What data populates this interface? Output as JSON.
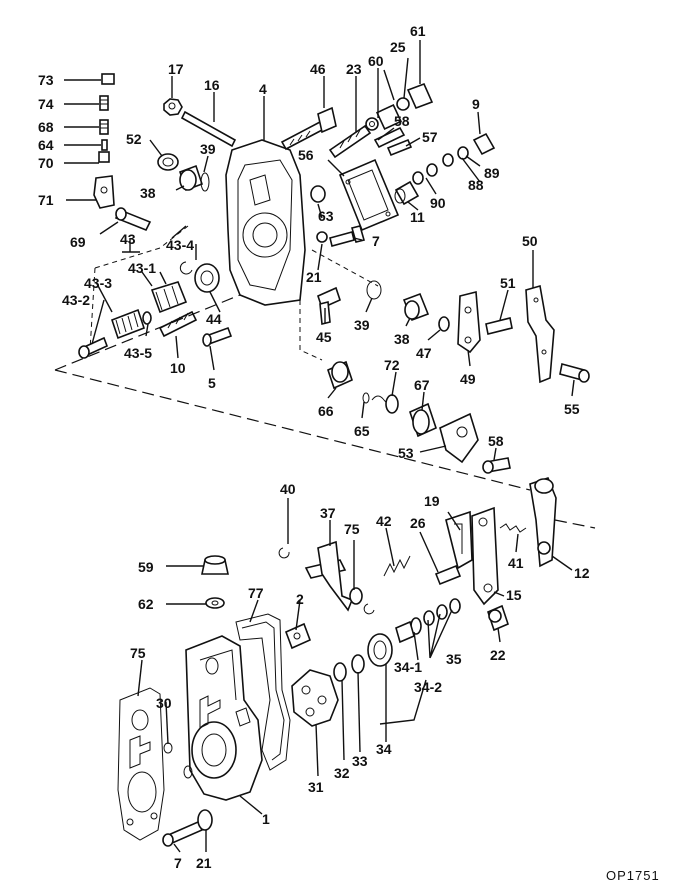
{
  "drawing_code": "OP1751",
  "callouts": [
    {
      "id": "c73",
      "text": "73"
    },
    {
      "id": "c74",
      "text": "74"
    },
    {
      "id": "c68",
      "text": "68"
    },
    {
      "id": "c64",
      "text": "64"
    },
    {
      "id": "c70",
      "text": "70"
    },
    {
      "id": "c71",
      "text": "71"
    },
    {
      "id": "c17",
      "text": "17"
    },
    {
      "id": "c16",
      "text": "16"
    },
    {
      "id": "c4",
      "text": "4"
    },
    {
      "id": "c46",
      "text": "46"
    },
    {
      "id": "c23",
      "text": "23"
    },
    {
      "id": "c60",
      "text": "60"
    },
    {
      "id": "c25",
      "text": "25"
    },
    {
      "id": "c61",
      "text": "61"
    },
    {
      "id": "c9",
      "text": "9"
    },
    {
      "id": "c52",
      "text": "52"
    },
    {
      "id": "c39a",
      "text": "39"
    },
    {
      "id": "c38a",
      "text": "38"
    },
    {
      "id": "c56",
      "text": "56"
    },
    {
      "id": "c58a",
      "text": "58"
    },
    {
      "id": "c57",
      "text": "57"
    },
    {
      "id": "c88",
      "text": "88"
    },
    {
      "id": "c89",
      "text": "89"
    },
    {
      "id": "c90",
      "text": "90"
    },
    {
      "id": "c11",
      "text": "11"
    },
    {
      "id": "c63",
      "text": "63"
    },
    {
      "id": "c7a",
      "text": "7"
    },
    {
      "id": "c69",
      "text": "69"
    },
    {
      "id": "c43",
      "text": "43"
    },
    {
      "id": "c43_4",
      "text": "43-4"
    },
    {
      "id": "c43_1",
      "text": "43-1"
    },
    {
      "id": "c43_3",
      "text": "43-3"
    },
    {
      "id": "c43_2",
      "text": "43-2"
    },
    {
      "id": "c43_5",
      "text": "43-5"
    },
    {
      "id": "c10",
      "text": "10"
    },
    {
      "id": "c5",
      "text": "5"
    },
    {
      "id": "c44",
      "text": "44"
    },
    {
      "id": "c21a",
      "text": "21"
    },
    {
      "id": "c45",
      "text": "45"
    },
    {
      "id": "c39b",
      "text": "39"
    },
    {
      "id": "c38b",
      "text": "38"
    },
    {
      "id": "c47",
      "text": "47"
    },
    {
      "id": "c49",
      "text": "49"
    },
    {
      "id": "c50",
      "text": "50"
    },
    {
      "id": "c51",
      "text": "51"
    },
    {
      "id": "c55a",
      "text": "55"
    },
    {
      "id": "c66",
      "text": "66"
    },
    {
      "id": "c72",
      "text": "72"
    },
    {
      "id": "c65",
      "text": "65"
    },
    {
      "id": "c67",
      "text": "67"
    },
    {
      "id": "c53",
      "text": "53"
    },
    {
      "id": "c58b",
      "text": "58"
    },
    {
      "id": "c40",
      "text": "40"
    },
    {
      "id": "c37",
      "text": "37"
    },
    {
      "id": "c75a",
      "text": "75"
    },
    {
      "id": "c42",
      "text": "42"
    },
    {
      "id": "c26",
      "text": "26"
    },
    {
      "id": "c19",
      "text": "19"
    },
    {
      "id": "c41",
      "text": "41"
    },
    {
      "id": "c12",
      "text": "12"
    },
    {
      "id": "c15",
      "text": "15"
    },
    {
      "id": "c59",
      "text": "59"
    },
    {
      "id": "c62",
      "text": "62"
    },
    {
      "id": "c77",
      "text": "77"
    },
    {
      "id": "c2",
      "text": "2"
    },
    {
      "id": "c75b",
      "text": "75"
    },
    {
      "id": "c30",
      "text": "30"
    },
    {
      "id": "c35",
      "text": "35"
    },
    {
      "id": "c34_1",
      "text": "34-1"
    },
    {
      "id": "c34_2",
      "text": "34-2"
    },
    {
      "id": "c22",
      "text": "22"
    },
    {
      "id": "c34",
      "text": "34"
    },
    {
      "id": "c31",
      "text": "31"
    },
    {
      "id": "c32",
      "text": "32"
    },
    {
      "id": "c33",
      "text": "33"
    },
    {
      "id": "c1",
      "text": "1"
    },
    {
      "id": "c7b",
      "text": "7"
    },
    {
      "id": "c21b",
      "text": "21"
    }
  ]
}
